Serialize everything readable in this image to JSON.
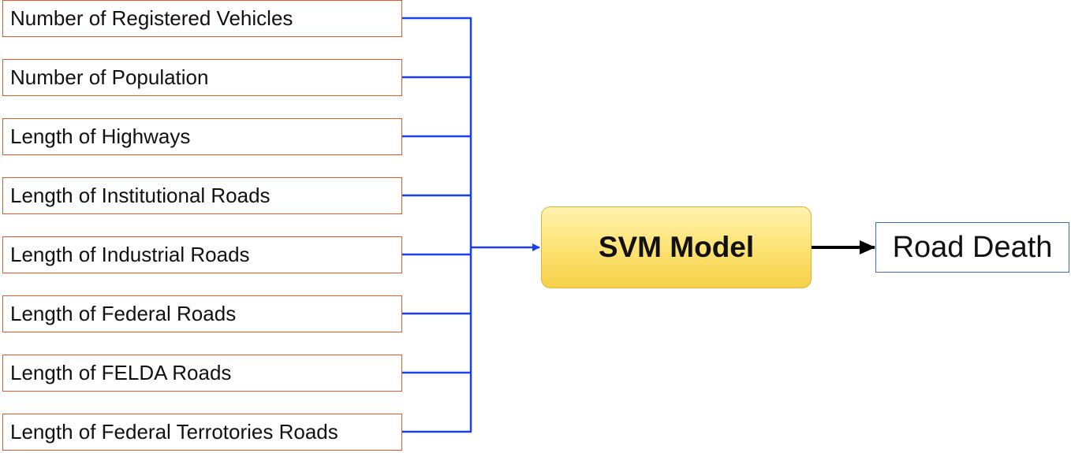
{
  "inputs": [
    {
      "label": "Number of Registered Vehicles"
    },
    {
      "label": "Number of Population"
    },
    {
      "label": "Length of Highways"
    },
    {
      "label": "Length of Institutional Roads"
    },
    {
      "label": "Length of Industrial Roads"
    },
    {
      "label": "Length of Federal Roads"
    },
    {
      "label": "Length of FELDA Roads"
    },
    {
      "label": "Length of Federal Terrotories Roads"
    }
  ],
  "model": {
    "label": "SVM Model"
  },
  "output": {
    "label": "Road Death"
  },
  "colors": {
    "input_border": "#e8562c",
    "connector": "#1a3ff0",
    "model_fill": "#fde57a",
    "model_border": "#e0b33a",
    "output_border": "#3d6fbf",
    "output_arrow": "#000000"
  }
}
